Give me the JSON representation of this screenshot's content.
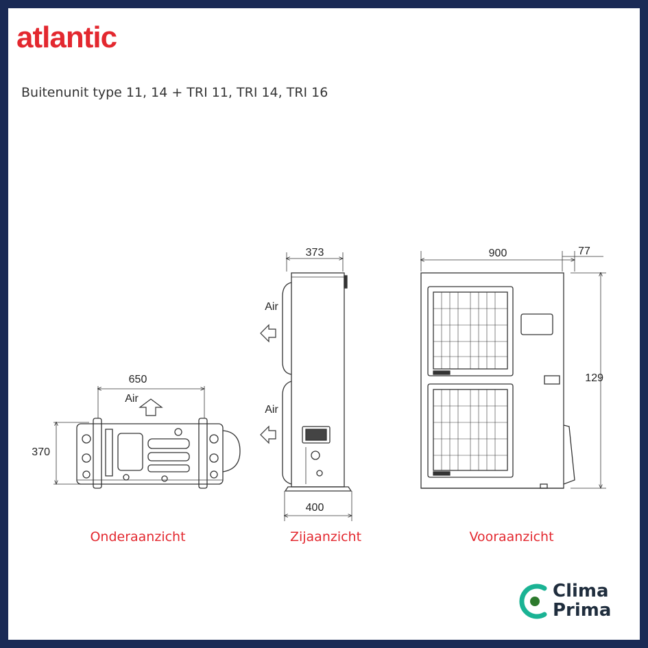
{
  "brand": {
    "name": "atlantic",
    "color": "#e3282f"
  },
  "subtitle": "Buitenunit type 11, 14 + TRI 11, TRI 14, TRI 16",
  "views": {
    "bottom": {
      "caption": "Onderaanzicht",
      "width": "650",
      "depth": "370",
      "air": "Air"
    },
    "side": {
      "caption": "Zijaanzicht",
      "top": "373",
      "bottom": "400",
      "air_upper": "Air",
      "air_lower": "Air"
    },
    "front": {
      "caption": "Vooraanzicht",
      "width": "900",
      "offset": "77",
      "height": "129"
    }
  },
  "footer": {
    "line1": "Clima",
    "line2": "Prima",
    "icon": "clima-prima-logo-icon"
  },
  "colors": {
    "accent": "#e3282f",
    "frame": "#1a2a55",
    "line": "#333333"
  }
}
